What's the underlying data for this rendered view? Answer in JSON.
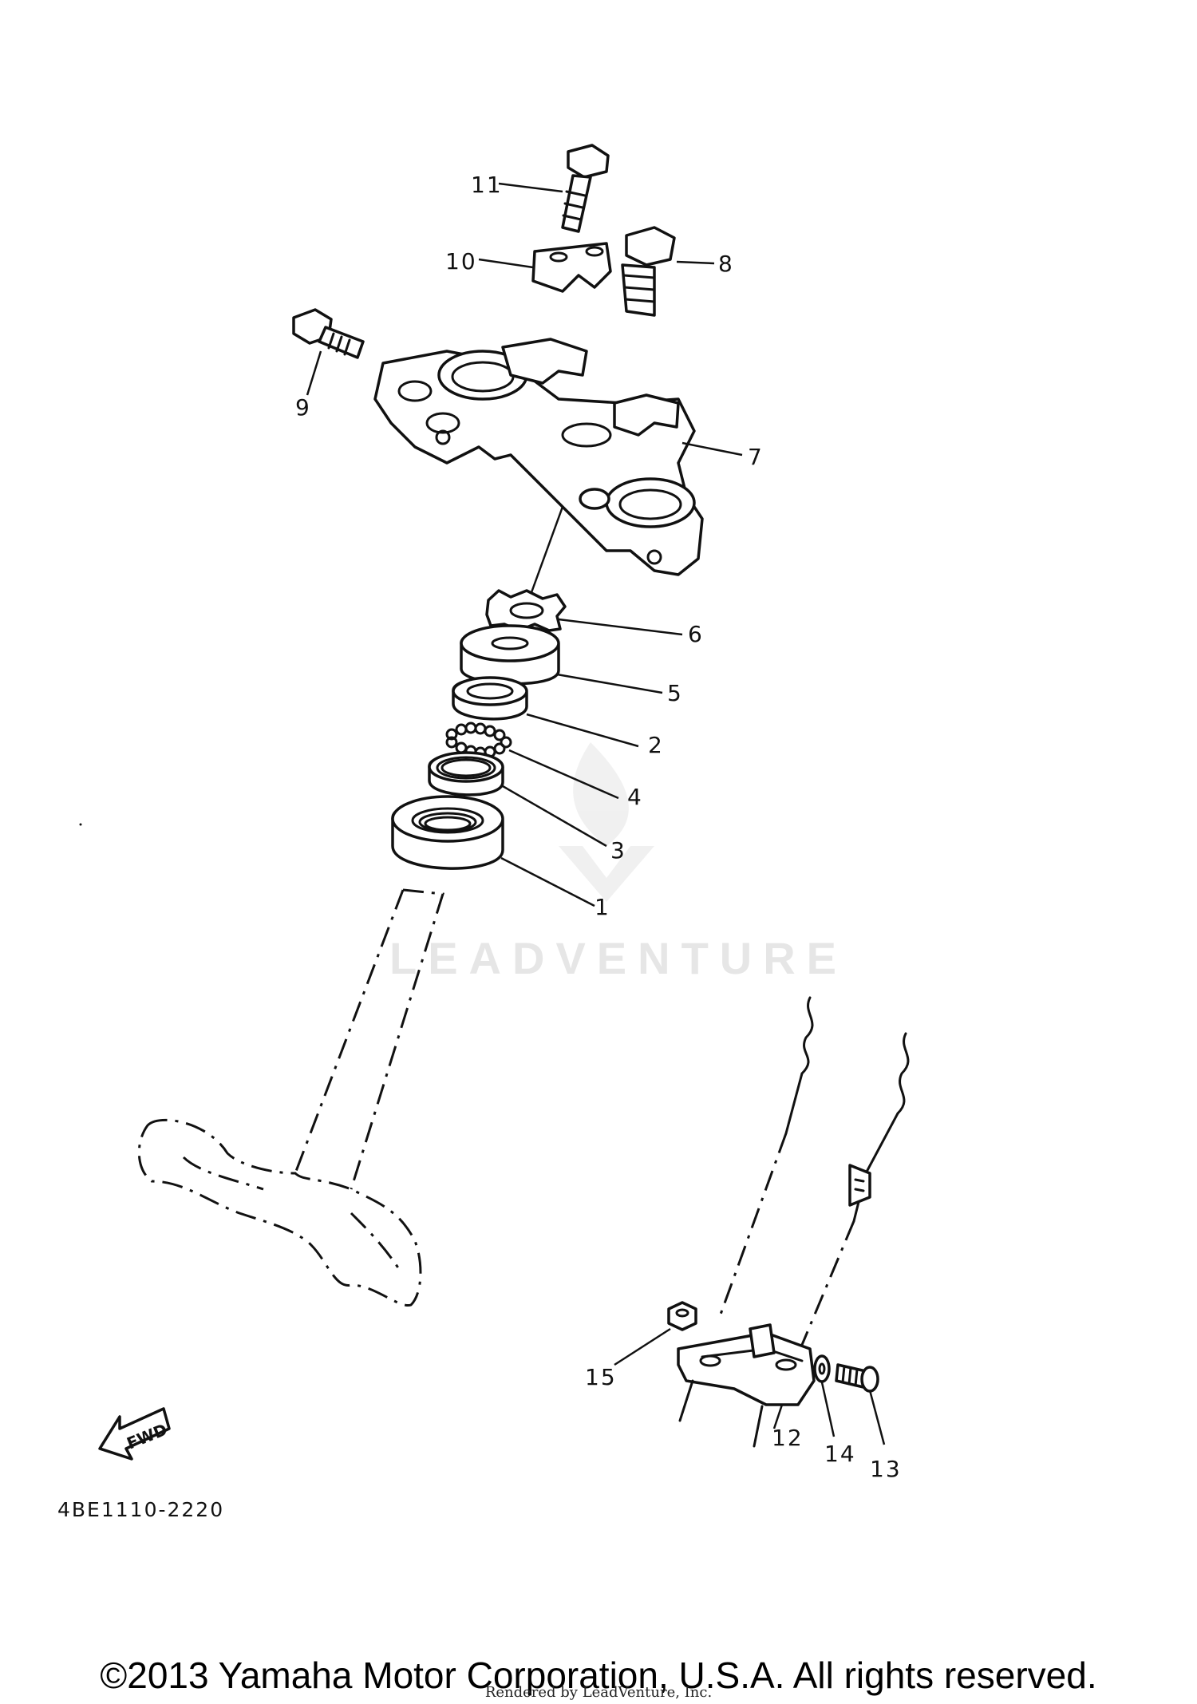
{
  "diagram": {
    "callouts": [
      {
        "id": "11",
        "label": "11"
      },
      {
        "id": "10",
        "label": "10"
      },
      {
        "id": "8",
        "label": "8"
      },
      {
        "id": "9",
        "label": "9"
      },
      {
        "id": "7",
        "label": "7"
      },
      {
        "id": "6",
        "label": "6"
      },
      {
        "id": "5",
        "label": "5"
      },
      {
        "id": "2",
        "label": "2"
      },
      {
        "id": "4",
        "label": "4"
      },
      {
        "id": "3",
        "label": "3"
      },
      {
        "id": "1",
        "label": "1"
      },
      {
        "id": "15",
        "label": "15"
      },
      {
        "id": "12",
        "label": "12"
      },
      {
        "id": "14",
        "label": "14"
      },
      {
        "id": "13",
        "label": "13"
      }
    ],
    "fwd_label": "FWD",
    "part_code": "4BE1110-2220",
    "watermark": "LEADVENTURE"
  },
  "footer": {
    "copyright": "©2013 Yamaha Motor Corporation, U.S.A. All rights reserved.",
    "rendered_by": "Rendered by LeadVenture, Inc."
  }
}
